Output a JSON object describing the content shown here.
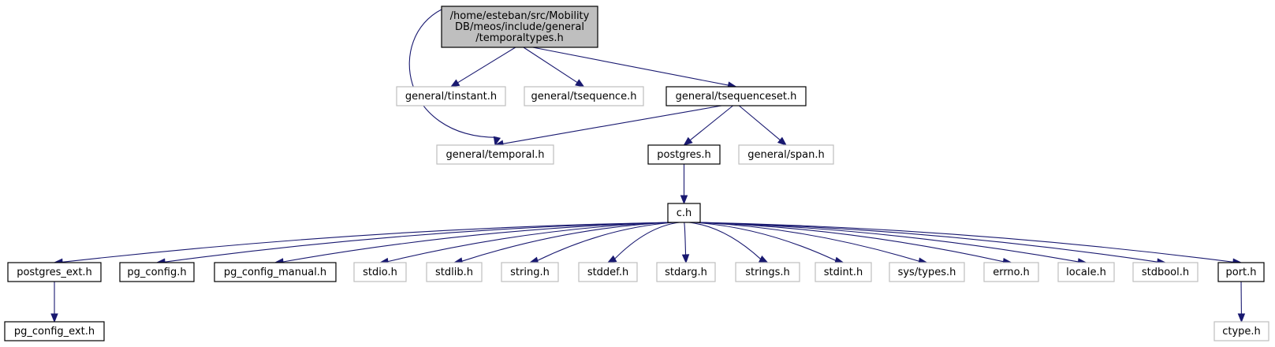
{
  "colors": {
    "edge": "#191970",
    "root_fill": "#bfbfbf",
    "documented_border": "#000000",
    "external_border": "#bfbfbf",
    "background": "#ffffff"
  },
  "nodes": [
    {
      "id": "root",
      "lines": [
        "/home/esteban/src/Mobility",
        "DB/meos/include/general",
        "/temporaltypes.h"
      ],
      "kind": "root"
    },
    {
      "id": "tinstant",
      "lines": [
        "general/tinstant.h"
      ],
      "kind": "external"
    },
    {
      "id": "tsequence",
      "lines": [
        "general/tsequence.h"
      ],
      "kind": "external"
    },
    {
      "id": "tsequenceset",
      "lines": [
        "general/tsequenceset.h"
      ],
      "kind": "documented"
    },
    {
      "id": "temporal",
      "lines": [
        "general/temporal.h"
      ],
      "kind": "external"
    },
    {
      "id": "postgres",
      "lines": [
        "postgres.h"
      ],
      "kind": "documented"
    },
    {
      "id": "span",
      "lines": [
        "general/span.h"
      ],
      "kind": "external"
    },
    {
      "id": "c",
      "lines": [
        "c.h"
      ],
      "kind": "documented"
    },
    {
      "id": "postgres_ext",
      "lines": [
        "postgres_ext.h"
      ],
      "kind": "documented"
    },
    {
      "id": "pg_config",
      "lines": [
        "pg_config.h"
      ],
      "kind": "documented"
    },
    {
      "id": "pg_config_manual",
      "lines": [
        "pg_config_manual.h"
      ],
      "kind": "documented"
    },
    {
      "id": "stdio",
      "lines": [
        "stdio.h"
      ],
      "kind": "external"
    },
    {
      "id": "stdlib",
      "lines": [
        "stdlib.h"
      ],
      "kind": "external"
    },
    {
      "id": "string",
      "lines": [
        "string.h"
      ],
      "kind": "external"
    },
    {
      "id": "stddef",
      "lines": [
        "stddef.h"
      ],
      "kind": "external"
    },
    {
      "id": "stdarg",
      "lines": [
        "stdarg.h"
      ],
      "kind": "external"
    },
    {
      "id": "strings",
      "lines": [
        "strings.h"
      ],
      "kind": "external"
    },
    {
      "id": "stdint",
      "lines": [
        "stdint.h"
      ],
      "kind": "external"
    },
    {
      "id": "systypes",
      "lines": [
        "sys/types.h"
      ],
      "kind": "external"
    },
    {
      "id": "errno",
      "lines": [
        "errno.h"
      ],
      "kind": "external"
    },
    {
      "id": "locale",
      "lines": [
        "locale.h"
      ],
      "kind": "external"
    },
    {
      "id": "stdbool",
      "lines": [
        "stdbool.h"
      ],
      "kind": "external"
    },
    {
      "id": "port",
      "lines": [
        "port.h"
      ],
      "kind": "documented"
    },
    {
      "id": "pg_config_ext",
      "lines": [
        "pg_config_ext.h"
      ],
      "kind": "documented"
    },
    {
      "id": "ctype",
      "lines": [
        "ctype.h"
      ],
      "kind": "external"
    }
  ],
  "edges": [
    {
      "from": "root",
      "to": "temporal"
    },
    {
      "from": "root",
      "to": "tinstant"
    },
    {
      "from": "root",
      "to": "tsequence"
    },
    {
      "from": "root",
      "to": "tsequenceset"
    },
    {
      "from": "tsequenceset",
      "to": "temporal"
    },
    {
      "from": "tsequenceset",
      "to": "postgres"
    },
    {
      "from": "tsequenceset",
      "to": "span"
    },
    {
      "from": "postgres",
      "to": "c"
    },
    {
      "from": "c",
      "to": "postgres_ext"
    },
    {
      "from": "c",
      "to": "pg_config"
    },
    {
      "from": "c",
      "to": "pg_config_manual"
    },
    {
      "from": "c",
      "to": "stdio"
    },
    {
      "from": "c",
      "to": "stdlib"
    },
    {
      "from": "c",
      "to": "string"
    },
    {
      "from": "c",
      "to": "stddef"
    },
    {
      "from": "c",
      "to": "stdarg"
    },
    {
      "from": "c",
      "to": "strings"
    },
    {
      "from": "c",
      "to": "stdint"
    },
    {
      "from": "c",
      "to": "systypes"
    },
    {
      "from": "c",
      "to": "errno"
    },
    {
      "from": "c",
      "to": "locale"
    },
    {
      "from": "c",
      "to": "stdbool"
    },
    {
      "from": "c",
      "to": "port"
    },
    {
      "from": "postgres_ext",
      "to": "pg_config_ext"
    },
    {
      "from": "port",
      "to": "ctype"
    }
  ]
}
